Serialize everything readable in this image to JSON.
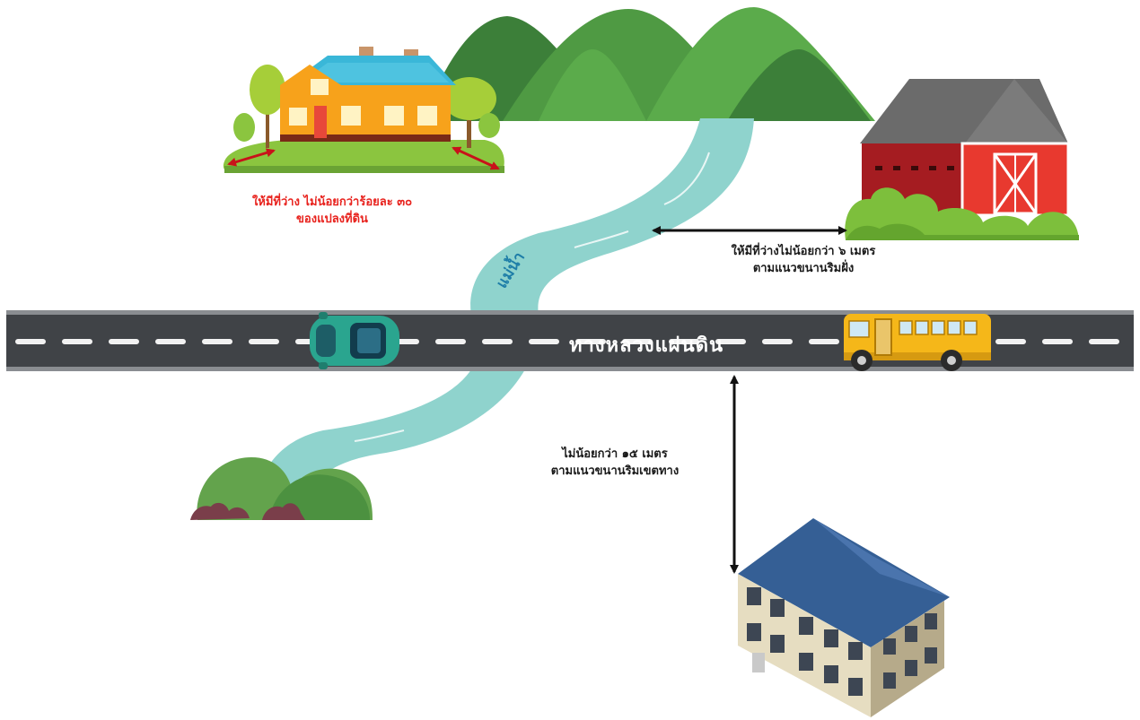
{
  "diagram": {
    "road_label": "ทางหลวงแผ่นดิน",
    "river_label": "แม่น้ำ",
    "open_space_note": {
      "line1": "ให้มีที่ว่าง ไม่น้อยกว่าร้อยละ ๓๐",
      "line2": "ของแปลงที่ดิน"
    },
    "riverbank_setback": {
      "line1": "ให้มีที่ว่างไม่น้อยกว่า  ๖  เมตร",
      "line2": "ตามแนวขนานริมฝั่ง"
    },
    "road_setback": {
      "line1": "ไม่น้อยกว่า ๑๕ เมตร",
      "line2": "ตามแนวขนานริมเขตทาง"
    }
  },
  "colors": {
    "annotation_red": "#e8231e",
    "road": "#404347",
    "river": "#8fd3cd",
    "mountain": "#4f9a43"
  },
  "icons": [
    "mountain-icon",
    "house-icon",
    "barn-icon",
    "car-icon",
    "bus-icon",
    "building-icon",
    "tree-icon",
    "bush-icon"
  ]
}
